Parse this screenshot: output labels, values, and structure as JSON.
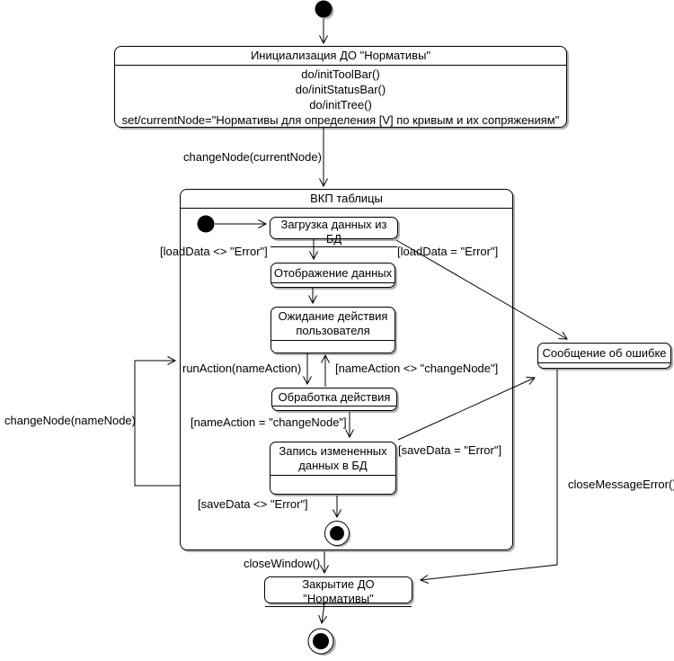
{
  "diagram": {
    "colors": {
      "stroke": "#000000",
      "fill": "#ffffff",
      "shadow": "#b0b0b0"
    },
    "states": {
      "init": {
        "name": "Инициализация ДО \"Нормативы\"",
        "actions": [
          "do/initToolBar()",
          "do/initStatusBar()",
          "do/initTree()",
          "set/currentNode=\"Нормативы для определения [V] по кривым и их сопряжениям\""
        ]
      },
      "vkp": {
        "name": "ВКП таблицы"
      },
      "load": {
        "name": "Загрузка данных из БД"
      },
      "display": {
        "name": "Отображение данных"
      },
      "wait": {
        "name": "Ожидание действия пользователя"
      },
      "process": {
        "name": "Обработка действия"
      },
      "save": {
        "name": "Запись измененных данных в БД"
      },
      "error": {
        "name": "Сообщение об ошибке"
      },
      "close": {
        "name": "Закрытие ДО \"Нормативы\""
      }
    },
    "transitions": {
      "change_node_current": "changeNode(currentNode)",
      "load_ok": "[loadData <> \"Error\"]",
      "load_err": "[loadData = \"Error\"]",
      "run_action": "runAction(nameAction)",
      "name_action_neq": "[nameAction <> \"changeNode\"]",
      "name_action_eq": "[nameAction = \"changeNode\"]",
      "save_err": "[saveData = \"Error\"]",
      "save_ok": "[saveData <> \"Error\"]",
      "change_node_name": "changeNode(nameNode)",
      "close_window": "closeWindow()",
      "close_message_error": "closeMessageError()"
    }
  }
}
